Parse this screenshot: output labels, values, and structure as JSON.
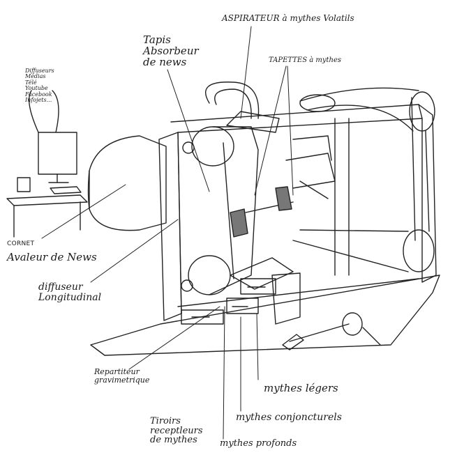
{
  "labels": {
    "aspirateur": "ASPIRATEUR à mythes Volatils",
    "tapis_l1": "Tapis",
    "tapis_l2": "Absorbeur",
    "tapis_l3": "de news",
    "tapette": "TAPETTES à mythes",
    "diffuseurs_l1": "Diffuseurs",
    "diffuseurs_l2": "Médias",
    "diffuseurs_l3": "Télé",
    "diffuseurs_l4": "Youtube",
    "diffuseurs_l5": "Facebook",
    "diffuseurs_l6": "Infojets...",
    "cornet_l1": "CORNET",
    "cornet_l2": "Avaleur de News",
    "diffuseur_long_l1": "diffuseur",
    "diffuseur_long_l2": "Longitudinal",
    "repartiteur_l1": "Repartiteur",
    "repartiteur_l2": "gravimetrique",
    "mythes_legers": "mythes légers",
    "mythes_conjoncturels": "mythes conjoncturels",
    "tiroirs_l1": "Tiroirs",
    "tiroirs_l2": "receptleurs",
    "tiroirs_l3": "de mythes",
    "mythes_profonds": "mythes profonds"
  }
}
